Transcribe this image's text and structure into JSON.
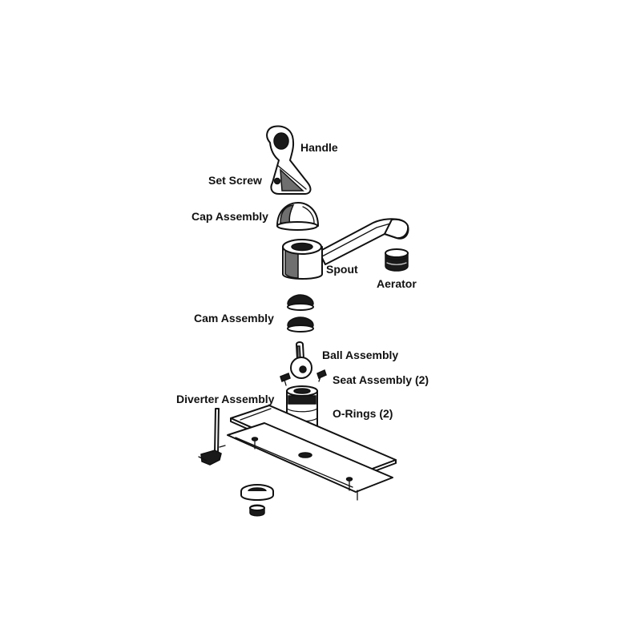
{
  "labels": {
    "handle": "Handle",
    "set_screw": "Set Screw",
    "cap_assembly": "Cap Assembly",
    "spout": "Spout",
    "aerator": "Aerator",
    "cam_assembly": "Cam Assembly",
    "ball_assembly": "Ball Assembly",
    "seat_assembly": "Seat Assembly (2)",
    "diverter_assembly": "Diverter Assembly",
    "o_rings": "O-Rings (2)"
  }
}
